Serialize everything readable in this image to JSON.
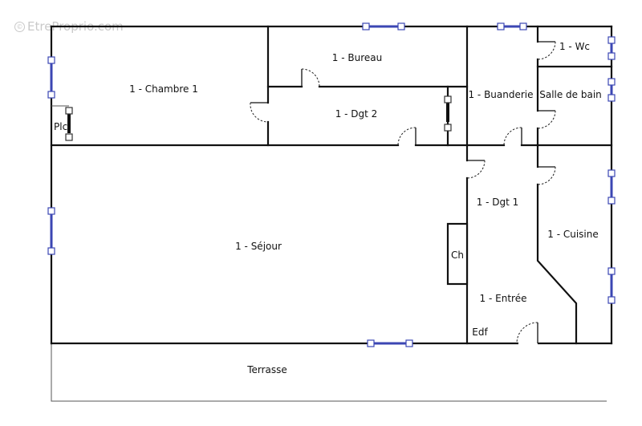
{
  "watermark": {
    "symbol": "©",
    "text": "EtreProprio.com"
  },
  "rooms": {
    "chambre": "1 - Chambre 1",
    "bureau": "1 - Bureau",
    "dgt2": "1 - Dgt 2",
    "plc": "Plc",
    "buanderie": "1 - Buanderie",
    "wc": "1 - Wc",
    "salle_de_bain": "Salle de bain",
    "sejour": "1 - Séjour",
    "dgt1": "1 - Dgt 1",
    "cuisine": "1 - Cuisine",
    "ch": "Ch",
    "entree": "1 - Entrée",
    "edf": "Edf",
    "terrasse": "Terrasse"
  },
  "colors": {
    "wall": "#111111",
    "window": "#3b46b3",
    "watermark": "#c9c9c9"
  }
}
